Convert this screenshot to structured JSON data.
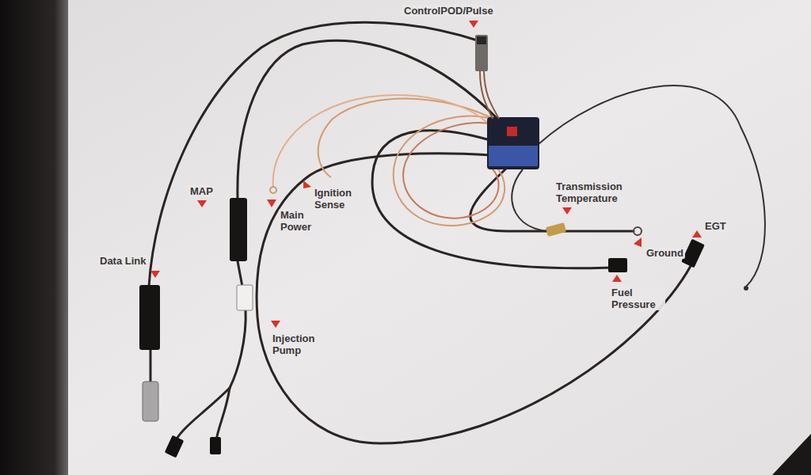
{
  "diagram": {
    "labels": [
      "ControlPOD/Pulse",
      "MAP",
      "Main Power",
      "Ignition Sense",
      "Transmission Temperature",
      "Data Link",
      "Injection Pump",
      "Ground",
      "EGT",
      "Fuel Pressure"
    ]
  }
}
